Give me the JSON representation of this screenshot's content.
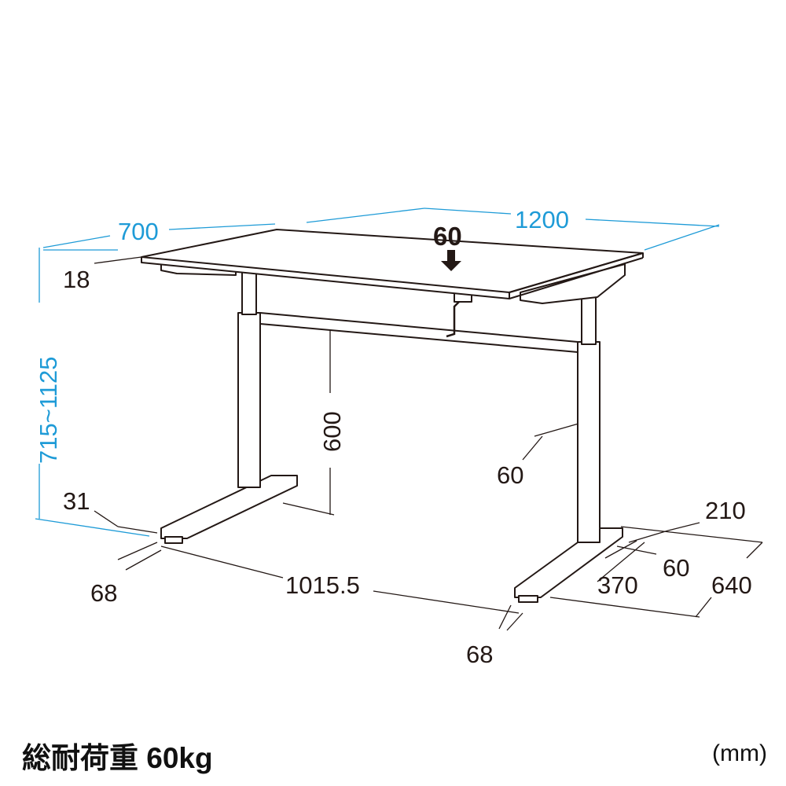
{
  "dimensions": {
    "depth": "700",
    "width": "1200",
    "load_point": "60",
    "top_thickness": "18",
    "height_range": "715~1125",
    "crossbar_height": "600",
    "leg_width": "60",
    "foot_height": "31",
    "foot_back": "210",
    "foot_width_left": "68",
    "foot_span": "1015.5",
    "foot_mid": "370",
    "foot_front": "60",
    "foot_depth": "640",
    "foot_width_right": "68"
  },
  "caption": "総耐荷重 60kg",
  "unit": "(mm)",
  "colors": {
    "dimension_blue": "#1e9bd7",
    "line": "#231815"
  }
}
